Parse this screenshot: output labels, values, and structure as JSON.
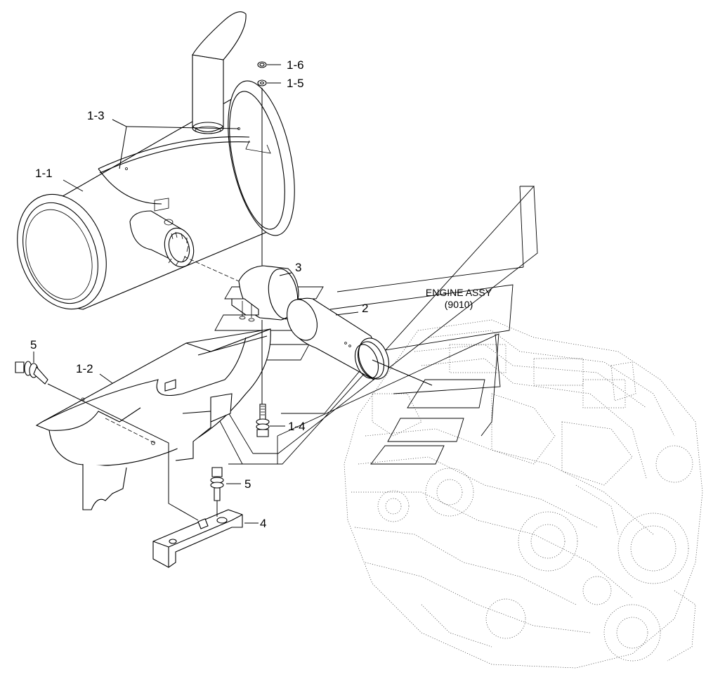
{
  "callouts": {
    "c1_6": "1-6",
    "c1_5": "1-5",
    "c1_3": "1-3",
    "c1_1": "1-1",
    "c3": "3",
    "c2": "2",
    "c5_top": "5",
    "c1_2": "1-2",
    "c1_4": "1-4",
    "c5_mid": "5",
    "c4": "4"
  },
  "engine": {
    "line1": "ENGINE ASSY",
    "line2": "(9010)"
  }
}
